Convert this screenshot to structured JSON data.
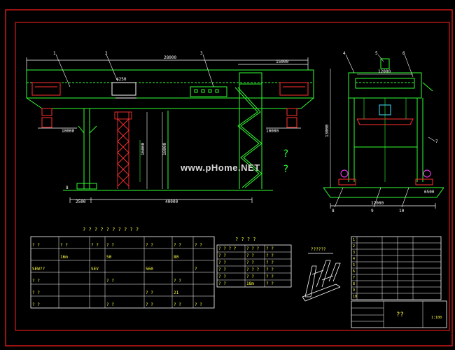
{
  "colors": {
    "frame": "#ff2020",
    "structure": "#30ff30",
    "steel": "#ff3030",
    "annot": "#ffffff",
    "table_line": "#ffffff",
    "table_text": "#ffff40",
    "cyan": "#40e0ff",
    "magenta": "#ff40ff"
  },
  "drawing": {
    "span_total": "28000",
    "span_right": "15000",
    "dim_left": "10000",
    "dim_right": "10000",
    "bottom_left": "2500",
    "bottom_span": "40000",
    "small_box": "4250",
    "height_1": "16000",
    "height_2": "18000",
    "side_top": "12000",
    "side_height": "13000",
    "side_bottom": "12000",
    "side_right": "6500",
    "left_bottom_note": "8",
    "unknown_marks": "?",
    "label_1": "1",
    "label_2": "2",
    "label_3": "3",
    "label_4": "4",
    "label_5": "5",
    "label_6": "6",
    "label_7": "7",
    "label_8": "8",
    "label_9": "9",
    "label_10": "10"
  },
  "watermark": "www.pHome.NET",
  "table_left": {
    "title": "? ? ? ? ? ? ? ? ? ?",
    "rows": [
      [
        "? ?",
        "? ?",
        "? ?",
        "? ?",
        "? ?",
        "? ?",
        "? ?"
      ],
      [
        "",
        "16m",
        "",
        "50",
        "",
        "80",
        ""
      ],
      [
        "SEW??",
        "",
        "SEV",
        "",
        "560",
        "",
        "?"
      ],
      [
        "? ?",
        "",
        "",
        "? ?",
        "",
        "? ?",
        ""
      ],
      [
        "? ?",
        "",
        "",
        "",
        "? ?",
        "21",
        ""
      ],
      [
        "? ?",
        "",
        "",
        "? ?",
        "? ?",
        "? ?",
        "? ?"
      ]
    ]
  },
  "table_mid": {
    "title": "? ? ? ?",
    "rows": [
      [
        "? ? ? ?",
        "? ? ?",
        "? ?"
      ],
      [
        "? ?",
        "? ?",
        "? ?"
      ],
      [
        "? ?",
        "? ?",
        "? ?"
      ],
      [
        "? ?",
        "? ? ?",
        "? ?"
      ],
      [
        "? ?",
        "? ?",
        "? ?"
      ],
      [
        "? ?",
        "18m",
        "? ?"
      ]
    ]
  },
  "detail_label": "??????",
  "title_block": {
    "rows": [
      [
        "1",
        "",
        "",
        "",
        ""
      ],
      [
        "2",
        "",
        "",
        "",
        ""
      ],
      [
        "3",
        "",
        "",
        "",
        ""
      ],
      [
        "4",
        "",
        "",
        "",
        ""
      ],
      [
        "5",
        "",
        "",
        "",
        ""
      ],
      [
        "6",
        "",
        "",
        "",
        ""
      ],
      [
        "7",
        "",
        "",
        "",
        ""
      ],
      [
        "8",
        "",
        "",
        "",
        ""
      ],
      [
        "9",
        "",
        "",
        "",
        ""
      ],
      [
        "10",
        "",
        "",
        "",
        ""
      ]
    ],
    "name": "??",
    "scale": "1:100"
  }
}
